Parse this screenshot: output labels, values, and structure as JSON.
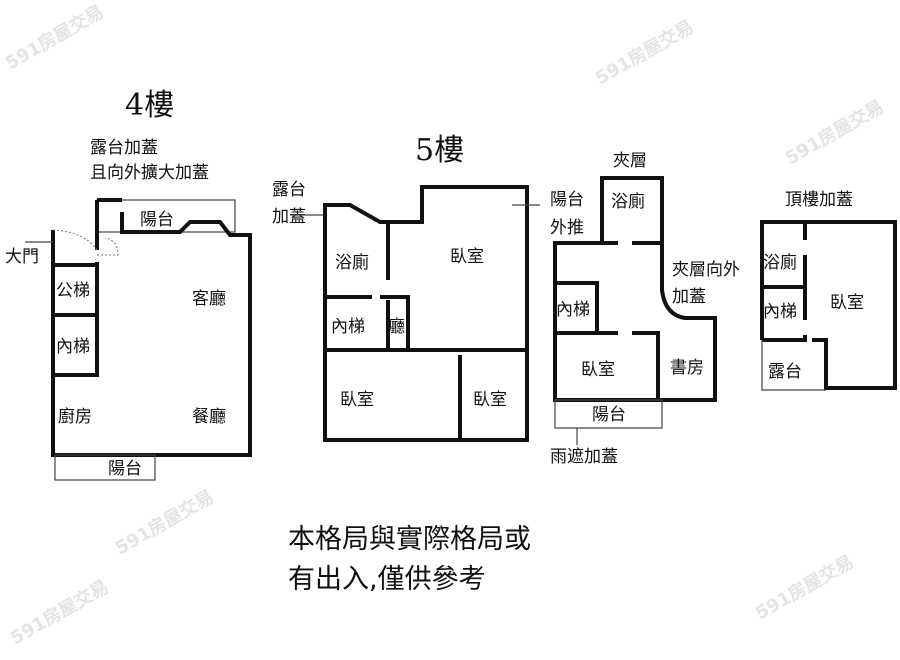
{
  "watermark": "591房屋交易",
  "floor4": {
    "title": "4樓",
    "annotation_line1": "露台加蓋",
    "annotation_line2": "且向外擴大加蓋",
    "rooms": {
      "balcony_top": "陽台",
      "main_door": "大門",
      "public_stairs": "公梯",
      "living_room": "客廳",
      "inner_stairs": "內梯",
      "kitchen": "廚房",
      "dining_room": "餐廳",
      "balcony_bottom": "陽台"
    }
  },
  "floor5": {
    "title": "5樓",
    "annotation_terrace_line1": "露台",
    "annotation_terrace_line2": "加蓋",
    "annotation_balcony_line1": "陽台",
    "annotation_balcony_line2": "外推",
    "rooms": {
      "bathroom": "浴廁",
      "bedroom_main": "臥室",
      "inner_stairs": "內梯",
      "hall": "廳",
      "bedroom_left": "臥室",
      "bedroom_right": "臥室"
    }
  },
  "mezzanine": {
    "title": "夾層",
    "annotation_ext_line1": "夾層向外",
    "annotation_ext_line2": "加蓋",
    "annotation_canopy": "雨遮加蓋",
    "rooms": {
      "bathroom": "浴廁",
      "inner_stairs": "內梯",
      "bedroom": "臥室",
      "study": "書房",
      "balcony": "陽台"
    }
  },
  "rooftop": {
    "title": "頂樓加蓋",
    "rooms": {
      "bathroom": "浴廁",
      "inner_stairs": "內梯",
      "bedroom": "臥室",
      "terrace": "露台"
    }
  },
  "disclaimer": {
    "line1": "本格局與實際格局或",
    "line2": "有出入,僅供參考"
  }
}
